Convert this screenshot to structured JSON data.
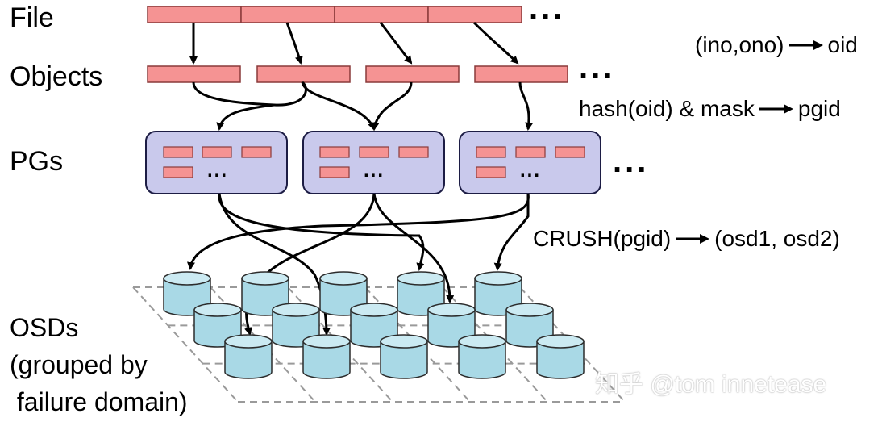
{
  "labels": {
    "file": "File",
    "objects": "Objects",
    "pgs": "PGs",
    "osds_lines": "OSDs\n(grouped by\n failure domain)"
  },
  "formulas": {
    "oid": {
      "lhs": "(ino,ono)",
      "rhs": "oid"
    },
    "pgid": {
      "lhs": "hash(oid) & mask",
      "rhs": "pgid"
    },
    "crush": {
      "lhs": "CRUSH(pgid)",
      "rhs": "(osd1, osd2)"
    }
  },
  "ellipsis": "...",
  "pg_ellipsis": "...",
  "watermark": "知乎 @tom innetease",
  "colors": {
    "chunk_fill": "#f59393",
    "chunk_stroke": "#8a3a3a",
    "pg_fill": "#c9c9ec",
    "pg_stroke": "#1c1c44",
    "disk_fill": "#a9d9e6",
    "disk_top": "#cbeaf2",
    "disk_stroke": "#2c2c2c",
    "grid_stroke": "#9a9a9a"
  }
}
